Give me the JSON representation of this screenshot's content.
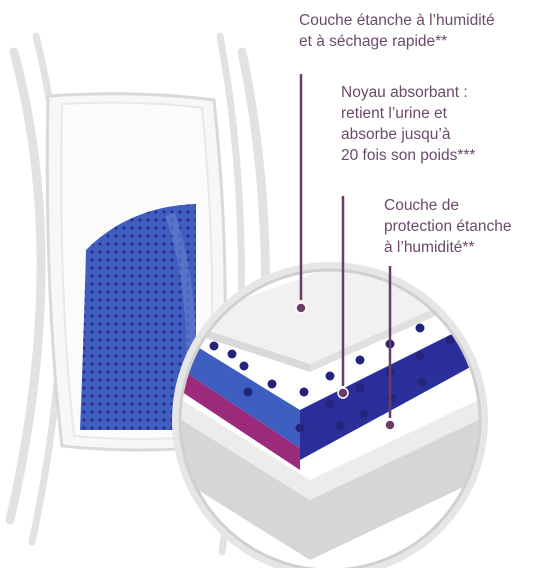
{
  "labels": {
    "top": {
      "line1": "Couche étanche à l’humidité",
      "line2": "et à séchage rapide**"
    },
    "middle": {
      "line1": "Noyau absorbant :",
      "line2": "retient l’urine et",
      "line3": "absorbe jusqu’à",
      "line4": "20 fois son poids***"
    },
    "bottom": {
      "line1": "Couche de",
      "line2": "protection étanche",
      "line3": "à l’humidité**"
    }
  },
  "colors": {
    "label_text": "#6b4a6b",
    "leader_line": "#6b3d63",
    "absorbent_core": "#3f5fc0",
    "core_dots": "#2a2f8f",
    "magenta_edge": "#9b2a7c",
    "top_layer": "#f1f1f1",
    "pad_outline": "#e0e0e0"
  }
}
